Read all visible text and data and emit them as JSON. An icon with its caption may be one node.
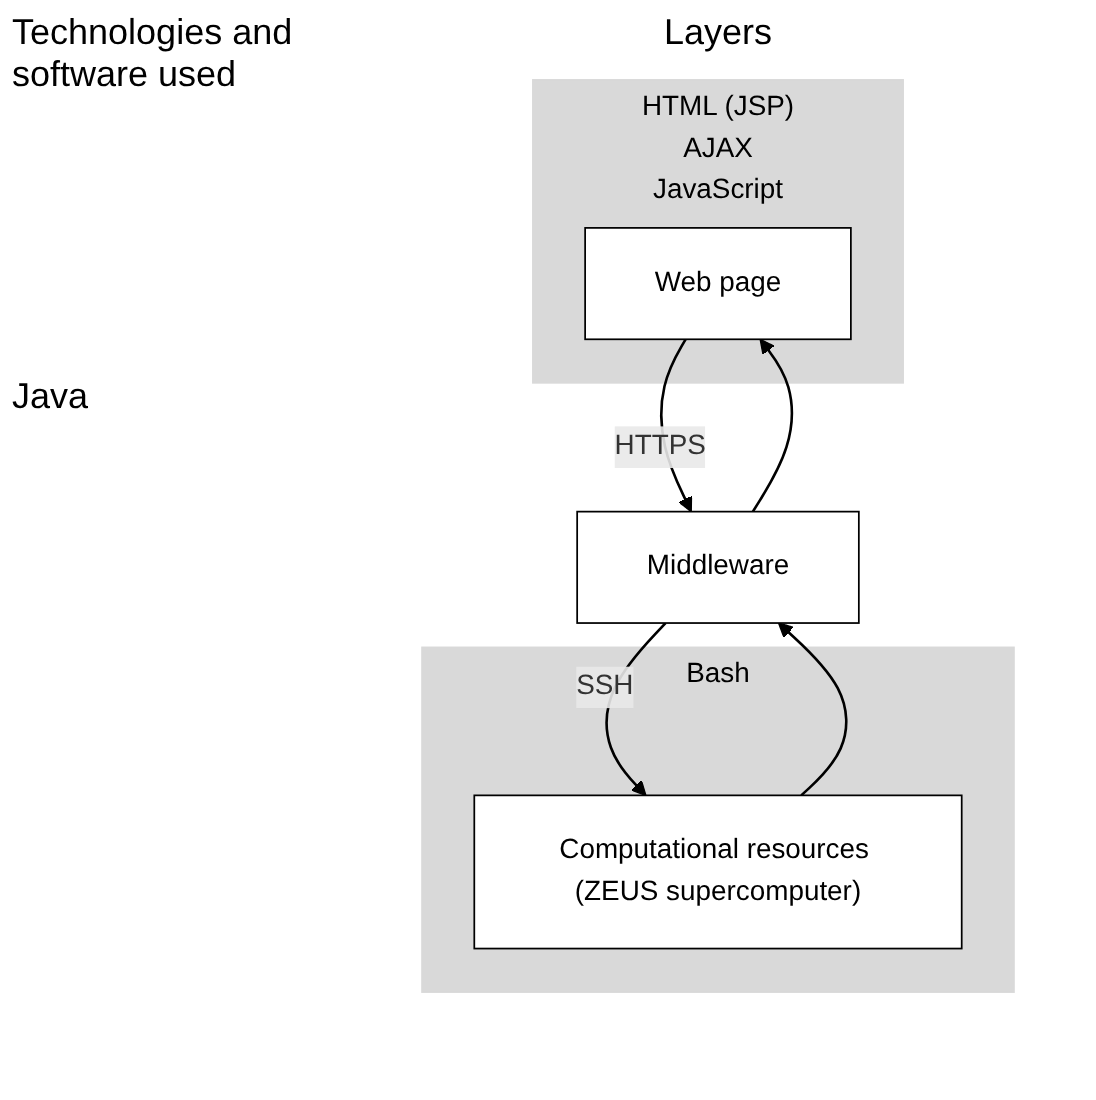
{
  "diagram": {
    "nodes": [
      {
        "text": [
          "HTML (JSP)",
          "AJAX",
          "JavaScript"
        ]
      },
      {
        "text": [
          "Web page"
        ],
        "in": 0
      },
      {
        "text": [
          "Middleware"
        ]
      },
      {
        "text": [
          "Bash"
        ]
      },
      {
        "text": [
          "Computational resources (ZEUS supercomputer)"
        ],
        "in": 3
      }
    ],
    "edges": [
      {
        "from": 1,
        "to": 2,
        "arrow": "to",
        "label": "HTTPS"
      },
      {
        "from": 2,
        "to": 1,
        "arrow": "to"
      },
      {
        "from": 2,
        "to": 4,
        "arrow": "to",
        "label": "SSH"
      },
      {
        "from": 4,
        "to": 2,
        "arrow": "to"
      }
    ],
    "labels": [
      "Technologies and software used",
      "Layers",
      "Java"
    ]
  }
}
